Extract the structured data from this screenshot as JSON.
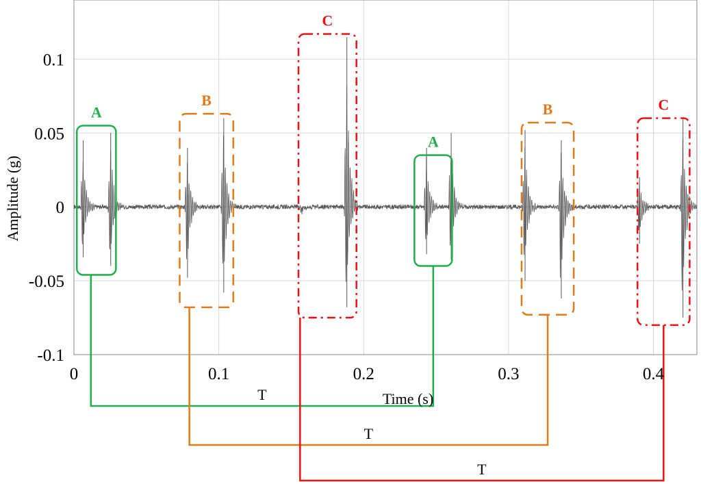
{
  "chart_data": {
    "type": "line",
    "xlabel": "Time (s)",
    "ylabel": "Amplitude (g)",
    "xlim": [
      0,
      0.43
    ],
    "ylim": [
      -0.1,
      0.14
    ],
    "x_ticks": [
      0,
      0.1,
      0.2,
      0.3,
      0.4
    ],
    "x_tick_labels": [
      "0",
      "0.1",
      "0.2",
      "0.3",
      "0.4"
    ],
    "y_ticks": [
      -0.1,
      -0.05,
      0,
      0.05,
      0.1
    ],
    "y_tick_labels": [
      "-0.1",
      "-0.05",
      "0",
      "0.05",
      "0.1"
    ],
    "grid": true,
    "signal_color": "#555555",
    "noise_amplitude": 0.0015,
    "bursts": [
      {
        "group": "A",
        "t": 0.006,
        "pos": 0.045,
        "neg": -0.034
      },
      {
        "group": "A",
        "t": 0.025,
        "pos": 0.05,
        "neg": -0.04
      },
      {
        "group": "B",
        "t": 0.078,
        "pos": 0.04,
        "neg": -0.048
      },
      {
        "group": "B",
        "t": 0.103,
        "pos": 0.06,
        "neg": -0.058
      },
      {
        "group": "C",
        "t": 0.157,
        "pos": 0.0,
        "neg": -0.005
      },
      {
        "group": "C",
        "t": 0.188,
        "pos": 0.115,
        "neg": -0.068
      },
      {
        "group": "A",
        "t": 0.243,
        "pos": 0.04,
        "neg": -0.032
      },
      {
        "group": "A",
        "t": 0.26,
        "pos": 0.05,
        "neg": -0.036
      },
      {
        "group": "B",
        "t": 0.311,
        "pos": 0.052,
        "neg": -0.05
      },
      {
        "group": "B",
        "t": 0.336,
        "pos": 0.045,
        "neg": -0.062
      },
      {
        "group": "C",
        "t": 0.39,
        "pos": 0.02,
        "neg": -0.025
      },
      {
        "group": "C",
        "t": 0.42,
        "pos": 0.06,
        "neg": -0.075
      }
    ],
    "groups": [
      {
        "label": "A",
        "color": "#1fae4b",
        "style": "solid",
        "x0": 0.002,
        "x1": 0.029,
        "y0": -0.046,
        "y1": 0.055
      },
      {
        "label": "B",
        "color": "#e07b1a",
        "style": "dashed",
        "x0": 0.073,
        "x1": 0.11,
        "y0": -0.068,
        "y1": 0.063
      },
      {
        "label": "C",
        "color": "#ee1111",
        "style": "dashdot",
        "x0": 0.155,
        "x1": 0.195,
        "y0": -0.075,
        "y1": 0.117
      },
      {
        "label": "A",
        "color": "#1fae4b",
        "style": "solid",
        "x0": 0.235,
        "x1": 0.261,
        "y0": -0.04,
        "y1": 0.035
      },
      {
        "label": "B",
        "color": "#e07b1a",
        "style": "dashed",
        "x0": 0.309,
        "x1": 0.345,
        "y0": -0.073,
        "y1": 0.057
      },
      {
        "label": "C",
        "color": "#ee1111",
        "style": "dashdot",
        "x0": 0.389,
        "x1": 0.425,
        "y0": -0.08,
        "y1": 0.06
      }
    ],
    "periods": [
      {
        "label": "T",
        "color": "#1fae4b",
        "from": 0,
        "to": 3
      },
      {
        "label": "T",
        "color": "#e07b1a",
        "from": 1,
        "to": 4
      },
      {
        "label": "T",
        "color": "#ee1111",
        "from": 2,
        "to": 5
      }
    ]
  }
}
